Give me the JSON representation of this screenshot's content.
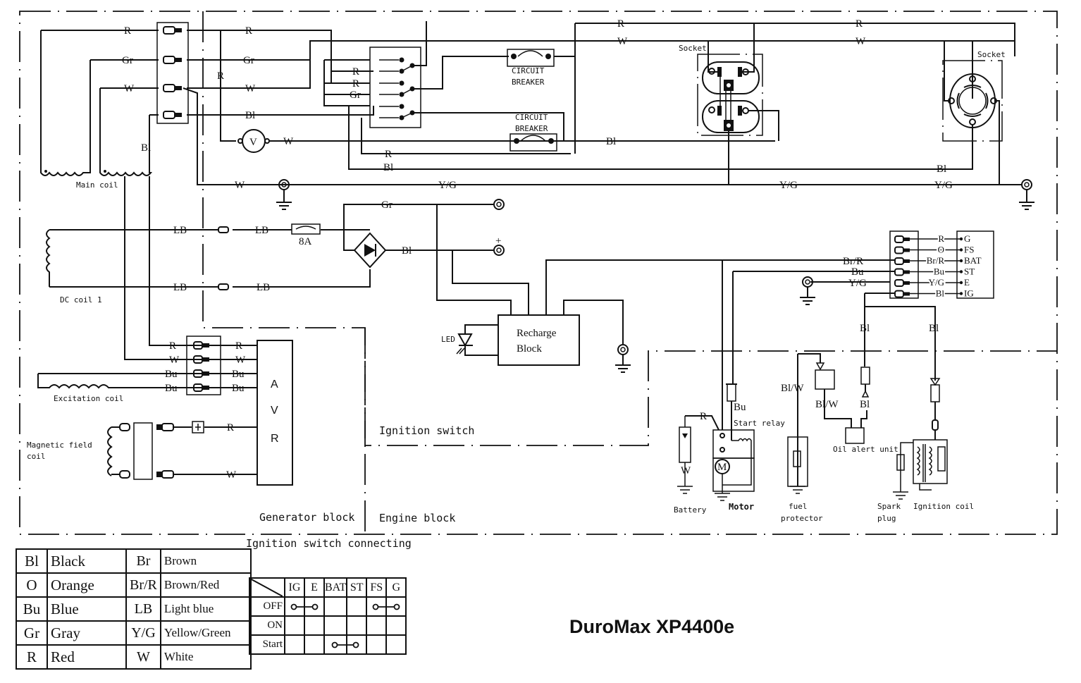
{
  "title": "DuroMax XP4400e",
  "blocks": {
    "generator": "Generator block",
    "engine": "Engine block",
    "ignition_switch": "Ignition switch"
  },
  "components": {
    "main_coil": "Main coil",
    "dc_coil": "DC  coil 1",
    "excitation_coil": "Excitation coil",
    "magnetic_field_coil_line1": "Magnetic field",
    "magnetic_field_coil_line2": "coil",
    "avr": [
      "A",
      "V",
      "R"
    ],
    "voltmeter": "V",
    "circuit_breaker_line1": "CIRCUIT",
    "circuit_breaker_line2": "BREAKER",
    "socket": "Socket",
    "fuse": "8A",
    "recharge_block_line1": "Recharge",
    "recharge_block_line2": "Block",
    "led": "LED",
    "plus": "+",
    "battery": "Battery",
    "motor": "Motor",
    "motor_symbol": "M",
    "start_relay": "Start relay",
    "fuel_protector_line1": "fuel",
    "fuel_protector_line2": "protector",
    "oil_alert_unit": "Oil alert unit",
    "spark_plug_line1": "Spark",
    "spark_plug_line2": "plug",
    "ignition_coil": "Ignition coil"
  },
  "wire_labels": {
    "R": "R",
    "Gr": "Gr",
    "W": "W",
    "Bl": "Bl",
    "LB": "LB",
    "Bu": "Bu",
    "YG": "Y/G",
    "BrR": "Br/R",
    "O": "O",
    "BlW": "Bl/W"
  },
  "switch_terminals": [
    "G",
    "FS",
    "BAT",
    "ST",
    "E",
    "IG"
  ],
  "switch_wires": [
    "R",
    "O",
    "Br/R",
    "Bu",
    "Y/G",
    "Bl"
  ],
  "color_legend": [
    {
      "code": "Bl",
      "name": "Black",
      "code2": "Br",
      "name2": "Brown"
    },
    {
      "code": "O",
      "name": "Orange",
      "code2": "Br/R",
      "name2": "Brown/Red"
    },
    {
      "code": "Bu",
      "name": "Blue",
      "code2": "LB",
      "name2": "Light blue"
    },
    {
      "code": "Gr",
      "name": "Gray",
      "code2": "Y/G",
      "name2": "Yellow/Green"
    },
    {
      "code": "R",
      "name": "Red",
      "code2": "W",
      "name2": "White"
    }
  ],
  "ignition_switch_table": {
    "title": "Ignition switch connecting",
    "columns": [
      "IG",
      "E",
      "BAT",
      "ST",
      "FS",
      "G"
    ],
    "rows": [
      {
        "label": "OFF",
        "connections": [
          [
            "IG",
            "E"
          ],
          [
            "FS",
            "G"
          ]
        ]
      },
      {
        "label": "ON",
        "connections": []
      },
      {
        "label": "Start",
        "connections": [
          [
            "BAT",
            "ST"
          ]
        ]
      }
    ]
  }
}
